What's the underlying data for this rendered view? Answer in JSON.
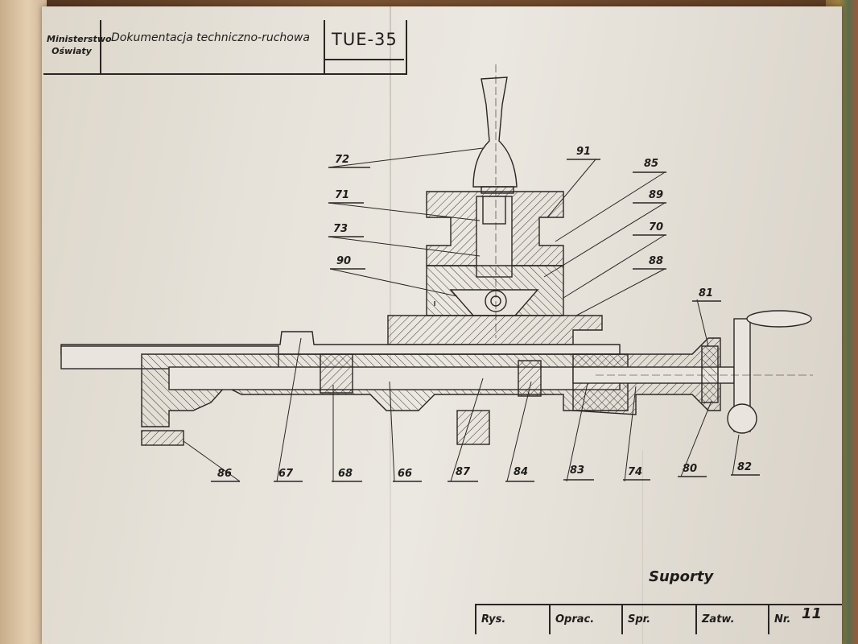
{
  "title_block": {
    "ministry": "Ministerstwo Oświaty",
    "document": "Dokumentacja techniczno-ruchowa",
    "code": "TUE-35"
  },
  "drawing_title": "Suporty",
  "footer": {
    "rys": "Rys.",
    "oprac": "Oprac.",
    "spr": "Spr.",
    "zatw": "Zatw.",
    "nr_label": "Nr.",
    "nr_value": "11"
  },
  "callouts_top": [
    "72",
    "91",
    "85",
    "71",
    "89",
    "73",
    "70",
    "90",
    "88",
    "81"
  ],
  "callouts_bottom": [
    "86",
    "67",
    "68",
    "66",
    "87",
    "84",
    "83",
    "74",
    "80",
    "82"
  ]
}
